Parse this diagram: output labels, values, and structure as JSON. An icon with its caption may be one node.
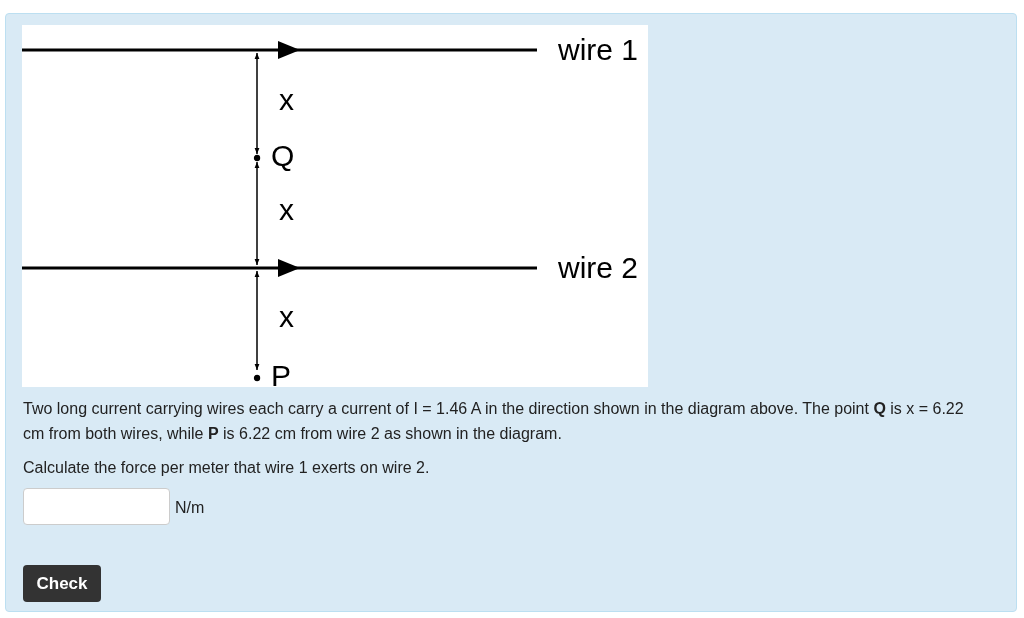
{
  "diagram": {
    "nodes": [
      {
        "text": [
          "wire 1"
        ]
      },
      {
        "text": [
          "wire 2"
        ]
      },
      {
        "text": [
          "Q"
        ]
      },
      {
        "text": [
          "P"
        ]
      }
    ],
    "edges": [
      {
        "from": 0,
        "to": 2,
        "arrow": "both",
        "label": "x"
      },
      {
        "from": 2,
        "to": 1,
        "arrow": "both",
        "label": "x"
      },
      {
        "from": 1,
        "to": 3,
        "arrow": "both",
        "label": "x"
      }
    ],
    "labels": [
      "Two long current carrying wires each carry a current of I = 1.46 A in the direction shown in the diagram above. The point **Q** is x = 6.22 cm from both wires, while **P** is 6.22 cm from wire 2 as shown in the diagram.",
      "Calculate the force per meter that wire 1 exerts on wire 2.",
      "N/m",
      "Check"
    ]
  }
}
